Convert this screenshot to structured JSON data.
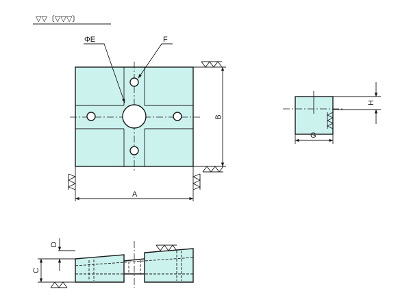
{
  "colors": {
    "part_fill": "#ccf2ee",
    "line": "#1a1a1a"
  },
  "labels": {
    "finish_mark": "▽▽〔▽▽▽〕",
    "phi_e": "ΦE",
    "f": "F",
    "a": "A",
    "b": "B",
    "c": "C",
    "d": "D",
    "g": "G",
    "h": "H"
  }
}
